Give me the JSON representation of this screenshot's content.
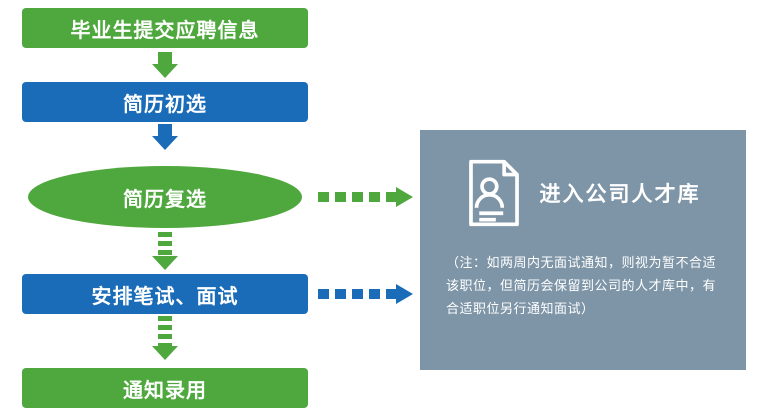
{
  "colors": {
    "green": "#4fa83d",
    "blue": "#1a6cb8",
    "panel": "#7e95a7",
    "white": "#ffffff"
  },
  "flow": {
    "steps": [
      {
        "label": "毕业生提交应聘信息",
        "shape": "rect",
        "color": "green"
      },
      {
        "label": "简历初选",
        "shape": "rect",
        "color": "blue"
      },
      {
        "label": "简历复选",
        "shape": "ellipse",
        "color": "green"
      },
      {
        "label": "安排笔试、面试",
        "shape": "rect",
        "color": "blue"
      },
      {
        "label": "通知录用",
        "shape": "rect",
        "color": "green"
      }
    ]
  },
  "panel": {
    "title": "进入公司人才库",
    "note": "（注：如两周内无面试通知，则视为暂不合适该职位，但简历会保留到公司的人才库中，有合适职位另行通知面试）",
    "icon": "document-person-icon"
  }
}
